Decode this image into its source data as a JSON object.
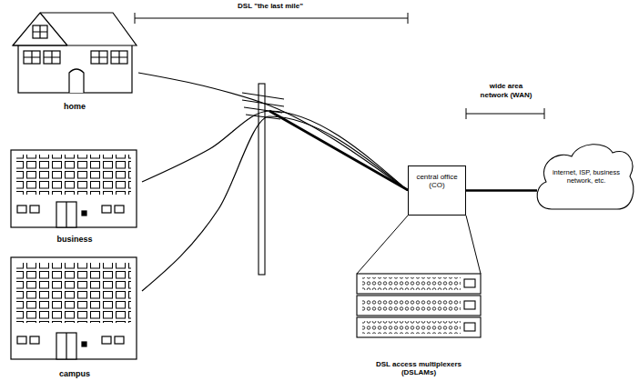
{
  "diagram": {
    "nodes": [
      {
        "text": [
          "home"
        ]
      },
      {
        "text": [
          "business"
        ]
      },
      {
        "text": [
          "campus"
        ]
      },
      {
        "text": [
          "central office (CO)"
        ]
      },
      {
        "text": [
          "internet, ISP, business network, etc."
        ]
      },
      {
        "text": [
          "DSL access multiplexers (DSLAMs)"
        ]
      }
    ],
    "edges": [
      {
        "from": 0,
        "to": 3,
        "arrow": "none"
      },
      {
        "from": 1,
        "to": 3,
        "arrow": "none"
      },
      {
        "from": 2,
        "to": 3,
        "arrow": "none"
      },
      {
        "from": 3,
        "to": 4,
        "arrow": "none"
      }
    ],
    "labels": [
      "DSL \"the last mile\"",
      "wide area network (WAN)"
    ]
  }
}
